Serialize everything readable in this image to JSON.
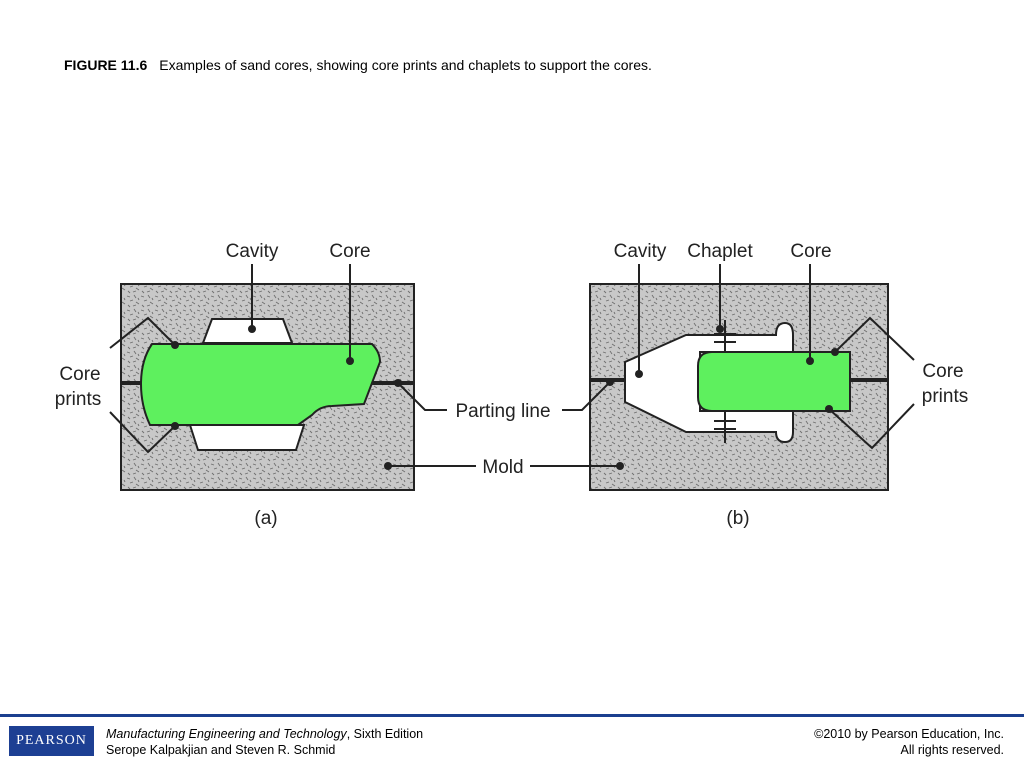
{
  "caption": {
    "figure_number": "FIGURE 11.6",
    "text": "Examples of sand cores, showing core prints and chaplets to support the cores."
  },
  "labels": {
    "a_cavity": "Cavity",
    "a_core": "Core",
    "a_core_prints_1": "Core",
    "a_core_prints_2": "prints",
    "parting_line": "Parting line",
    "mold": "Mold",
    "panel_a": "(a)",
    "b_cavity": "Cavity",
    "b_chaplet": "Chaplet",
    "b_core": "Core",
    "b_core_prints_1": "Core",
    "b_core_prints_2": "prints",
    "panel_b": "(b)"
  },
  "colors": {
    "core_fill": "#5ef05e",
    "mold_fill": "#c8c8c8",
    "footer_blue": "#1d3f93"
  },
  "footer": {
    "logo": "PEARSON",
    "book_title": "Manufacturing Engineering and Technology",
    "edition": ", Sixth Edition",
    "authors": "Serope Kalpakjian and Steven R. Schmid",
    "copyright": "©2010 by Pearson Education, Inc.",
    "rights": "All rights reserved."
  }
}
